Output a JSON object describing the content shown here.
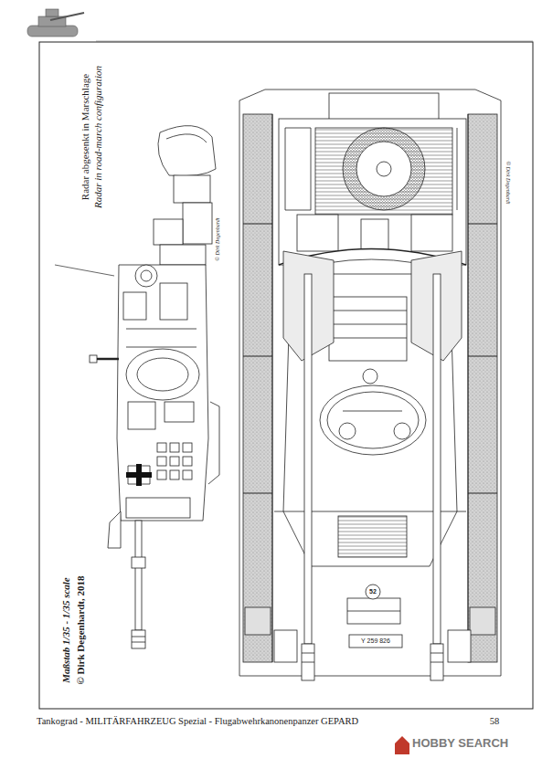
{
  "diagram": {
    "labels": [
      "Radar abgesenkt in Marschlage",
      "Radar in road-march configuration",
      "© Dirk Degenhardt",
      "© Dirk Degenhardt",
      "Maßstab 1/35 - 1/35 scale",
      "© Dirk Degenhardt, 2018",
      "52",
      "Y 259 826",
      "Tankograd - MILITÄRFAHRZEUG Spezial - Flugabwehrkanonenpanzer GEPARD",
      "58",
      "HOBBY SEARCH"
    ]
  }
}
